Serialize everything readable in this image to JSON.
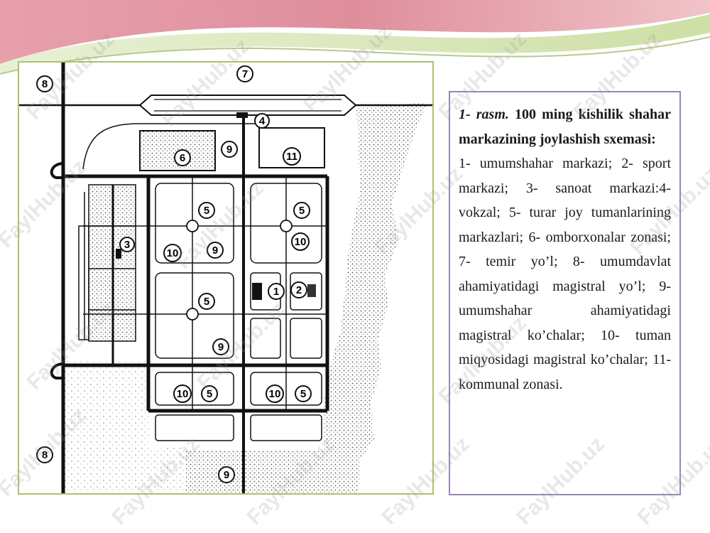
{
  "caption": {
    "title_italic": "1- rasm.",
    "title_bold": "100 ming kishilik shahar markazining joylashish sxemasi:",
    "body": "1- umumshahar markazi; 2- sport markazi; 3- sanoat markazi:4- vokzal; 5- turar joy tumanlarining markazlari; 6- omborxonalar zonasi; 7- temir yo’l; 8- umumdavlat ahamiyatidagi magistral yo’l; 9- umumshahar ahamiyatidagi magistral ko’chalar; 10- tuman miqyosidagi magistral ko’chalar; 11- kommunal zonasi."
  },
  "map_labels": {
    "n1": "1",
    "n2": "2",
    "n3": "3",
    "n4": "4",
    "n5": "5",
    "n6": "6",
    "n7": "7",
    "n8": "8",
    "n9": "9",
    "n10": "10",
    "n11": "11"
  },
  "watermark": "FaylHub.uz",
  "colors": {
    "map_frame": "#a9c46d",
    "caption_frame": "#9a86b4",
    "wave_pink": "#e79aa8",
    "wave_green": "#cfe0a8"
  }
}
